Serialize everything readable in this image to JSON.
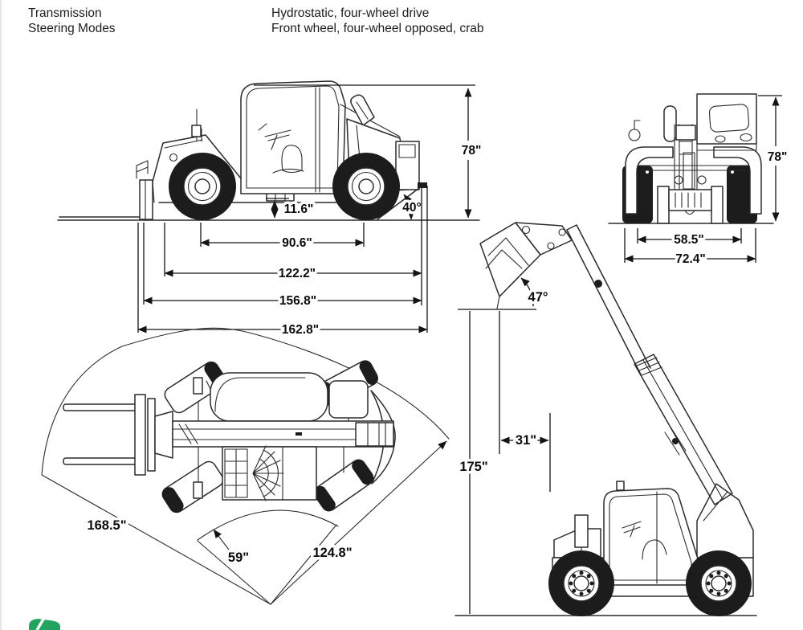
{
  "header": {
    "rows": [
      {
        "label": "Transmission",
        "value": "Hydrostatic, four-wheel drive"
      },
      {
        "label": "Steering Modes",
        "value": "Front wheel, four-wheel opposed, crab"
      }
    ]
  },
  "side_view": {
    "overall_height": "78\"",
    "ground_clearance": "11.6\"",
    "departure_angle": "40°",
    "wheelbase": "90.6\"",
    "length_to_rear": "122.2\"",
    "length_with_carriage": "156.8\"",
    "overall_length": "162.8\""
  },
  "rear_view": {
    "overall_height": "78\"",
    "track_width": "58.5\"",
    "overall_width": "72.4\""
  },
  "top_view": {
    "outer_clearance_radius": "168.5\"",
    "inner_turning_radius": "59\"",
    "outside_turning_radius": "124.8\""
  },
  "lift_view": {
    "dump_angle": "47°",
    "reach_at_max_lift": "31\"",
    "max_lift_height": "175\""
  }
}
